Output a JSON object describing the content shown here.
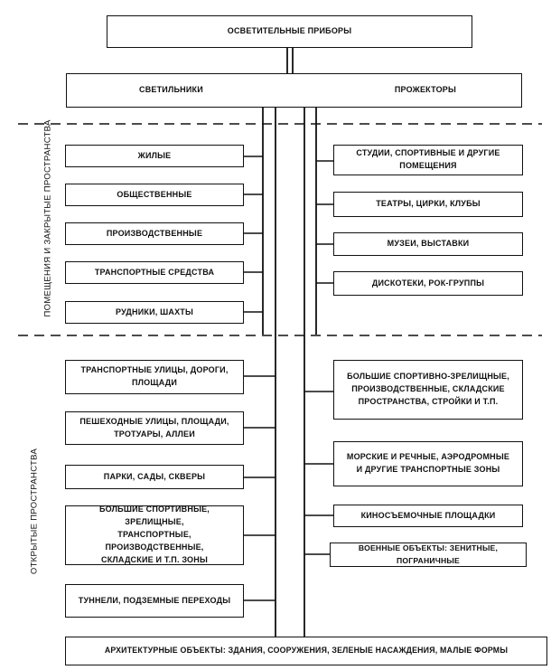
{
  "title": "ОСВЕТИТЕЛЬНЫЕ ПРИБОРЫ",
  "branches": {
    "left": "СВЕТИЛЬНИКИ",
    "right": "ПРОЖЕКТОРЫ"
  },
  "section_labels": {
    "indoor": "ПОМЕЩЕНИЯ И ЗАКРЫТЫЕ ПРОСТРАНСТВА",
    "outdoor": "ОТКРЫТЫЕ ПРОСТРАНСТВА"
  },
  "indoor_left": [
    "ЖИЛЫЕ",
    "ОБЩЕСТВЕННЫЕ",
    "ПРОИЗВОДСТВЕННЫЕ",
    "ТРАНСПОРТНЫЕ СРЕДСТВА",
    "РУДНИКИ, ШАХТЫ"
  ],
  "indoor_right": [
    "СТУДИИ, СПОРТИВНЫЕ И ДРУГИЕ ПОМЕЩЕНИЯ",
    "ТЕАТРЫ, ЦИРКИ, КЛУБЫ",
    "МУЗЕИ, ВЫСТАВКИ",
    "ДИСКОТЕКИ, РОК-ГРУППЫ"
  ],
  "outdoor_left": [
    [
      "ТРАНСПОРТНЫЕ УЛИЦЫ, ДОРОГИ,",
      "ПЛОЩАДИ"
    ],
    [
      "ПЕШЕХОДНЫЕ УЛИЦЫ, ПЛОЩАДИ,",
      "ТРОТУАРЫ, АЛЛЕИ"
    ],
    [
      "ПАРКИ, САДЫ, СКВЕРЫ"
    ],
    [
      "БОЛЬШИЕ СПОРТИВНЫЕ, ЗРЕЛИЩНЫЕ,",
      "ТРАНСПОРТНЫЕ, ПРОИЗВОДСТВЕННЫЕ,",
      "СКЛАДСКИЕ И Т.П. ЗОНЫ"
    ],
    [
      "ТУННЕЛИ, ПОДЗЕМНЫЕ ПЕРЕХОДЫ"
    ]
  ],
  "outdoor_right": [
    [
      "БОЛЬШИЕ СПОРТИВНО-ЗРЕЛИЩНЫЕ,",
      "ПРОИЗВОДСТВЕННЫЕ, СКЛАДСКИЕ",
      "ПРОСТРАНСТВА, СТРОЙКИ И Т.П."
    ],
    [
      "МОРСКИЕ И РЕЧНЫЕ, АЭРОДРОМНЫЕ",
      "И ДРУГИЕ ТРАНСПОРТНЫЕ ЗОНЫ"
    ],
    [
      "КИНОСЪЕМОЧНЫЕ ПЛОЩАДКИ"
    ],
    [
      "ВОЕННЫЕ ОБЪЕКТЫ: ЗЕНИТНЫЕ, ПОГРАНИЧНЫЕ"
    ]
  ],
  "bottom": "АРХИТЕКТУРНЫЕ ОБЪЕКТЫ: ЗДАНИЯ, СООРУЖЕНИЯ, ЗЕЛЕНЫЕ НАСАЖДЕНИЯ, МАЛЫЕ ФОРМЫ"
}
